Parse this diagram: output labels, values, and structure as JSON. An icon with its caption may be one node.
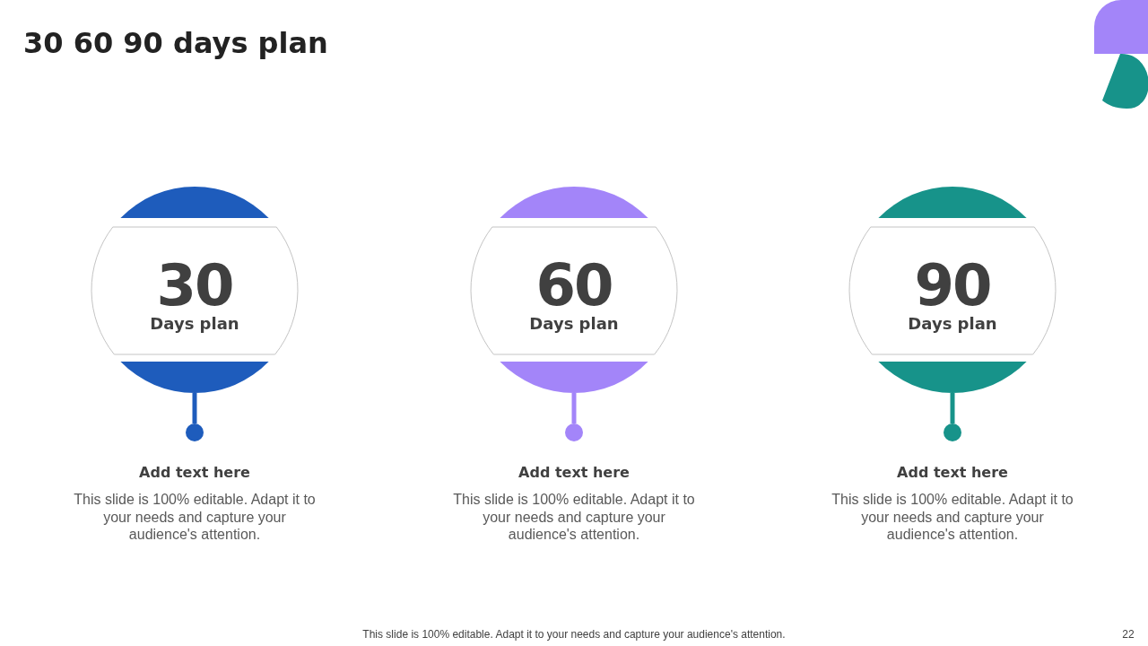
{
  "diagram": {
    "title": "30 60 90 days plan",
    "nodes": [
      {
        "text": [
          "30",
          "Days plan"
        ]
      },
      {
        "text": [],
        "shape": "circle",
        "beside": [
          "Add text here",
          "This slide is 100% editable. Adapt it to your needs and capture your audience's attention."
        ]
      },
      {
        "text": [
          "60",
          "Days plan"
        ]
      },
      {
        "text": [],
        "shape": "circle",
        "beside": [
          "Add text here",
          "This slide is 100% editable. Adapt it to your needs and capture your audience's attention."
        ]
      },
      {
        "text": [
          "90",
          "Days plan"
        ]
      },
      {
        "text": [],
        "shape": "circle",
        "beside": [
          "Add text here",
          "This slide is 100% editable. Adapt it to your needs and capture your audience's attention."
        ]
      }
    ],
    "edges": [
      {
        "from": 0,
        "to": 1,
        "arrow": "none",
        "color": "#1e5cbc"
      },
      {
        "from": 2,
        "to": 3,
        "arrow": "none",
        "color": "#a385f9"
      },
      {
        "from": 4,
        "to": 5,
        "arrow": "none",
        "color": "#17938a"
      }
    ],
    "labels": [
      "This slide is 100% editable. Adapt it to your needs and capture your audience's attention.",
      "22"
    ]
  }
}
